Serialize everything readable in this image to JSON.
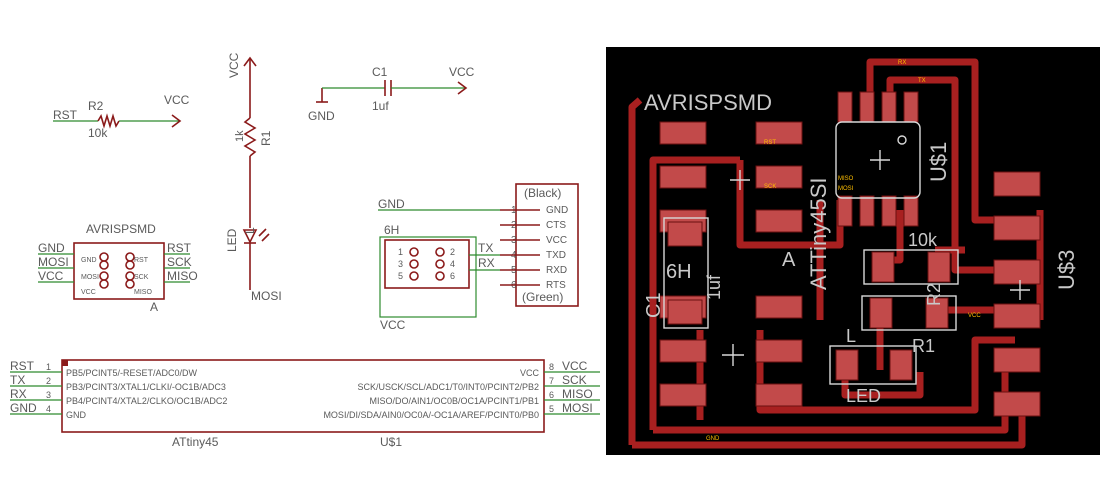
{
  "schematic": {
    "r2": {
      "net": "RST",
      "name": "R2",
      "value": "10k",
      "vcc": "VCC"
    },
    "r1": {
      "top": "VCC",
      "value": "1k",
      "name": "R1",
      "led_name": "LED",
      "led_letter": "L",
      "bottom": "MOSI"
    },
    "c1": {
      "name": "C1",
      "value": "1uf",
      "gnd": "GND",
      "vcc": "VCC"
    },
    "isp": {
      "title": "AVRISPSMD",
      "left_nets": [
        "GND",
        "MOSI",
        "VCC"
      ],
      "right_nets": [
        "RST",
        "SCK",
        "MISO"
      ],
      "pin_left": [
        "GND",
        "MOSI",
        "VCC"
      ],
      "pin_right": [
        "RST",
        "SCK",
        "MISO"
      ],
      "letter": "A"
    },
    "ftdi": {
      "header_name": "6H",
      "black": "(Black)",
      "green": "(Green)",
      "gnd_net": "GND",
      "vcc_net": "VCC",
      "tx": "TX",
      "rx": "RX",
      "pins": [
        {
          "num": "1",
          "name": "GND"
        },
        {
          "num": "2",
          "name": "CTS"
        },
        {
          "num": "3",
          "name": "VCC"
        },
        {
          "num": "4",
          "name": "TXD"
        },
        {
          "num": "5",
          "name": "RXD"
        },
        {
          "num": "6",
          "name": "RTS"
        }
      ],
      "header_pins": [
        "1",
        "2",
        "3",
        "4",
        "5",
        "6"
      ]
    },
    "mcu": {
      "name": "ATtiny45",
      "ref": "U$1",
      "left_nets": [
        "RST",
        "TX",
        "RX",
        "GND"
      ],
      "left_nums": [
        "1",
        "2",
        "3",
        "4"
      ],
      "left_pins": [
        "PB5/PCINT5/-RESET/ADC0/DW",
        "PB3/PCINT3/XTAL1/CLKI/-OC1B/ADC3",
        "PB4/PCINT4/XTAL2/CLKO/OC1B/ADC2",
        "GND"
      ],
      "right_nets": [
        "VCC",
        "SCK",
        "MISO",
        "MOSI"
      ],
      "right_nums": [
        "8",
        "7",
        "6",
        "5"
      ],
      "right_pins": [
        "VCC",
        "SCK/USCK/SCL/ADC1/T0/INT0/PCINT2/PB2",
        "MISO/DO/AIN1/OC0B/OC1A/PCINT1/PB1",
        "MOSI/DI/SDA/AIN0/OC0A/-OC1A/AREF/PCINT0/PB0"
      ]
    }
  },
  "board": {
    "labels": {
      "isp": "AVRISPSMD",
      "mcu_name": "ATTiny45SI",
      "mcu_ref": "U$1",
      "ftdi_ref": "U$3",
      "r2_value": "10k",
      "r2": "R2",
      "r1": "R1",
      "led": "LED",
      "led_letter": "L",
      "c1": "C1",
      "c1_value": "1uf",
      "header": "6H",
      "isp_letter": "A"
    },
    "net_tags": [
      "RX",
      "TX",
      "VCC",
      "GND",
      "RST",
      "MOSI",
      "MISO",
      "SCK"
    ],
    "colors": {
      "background": "#000000",
      "trace": "#b22222",
      "pad": "#c24a4a"
    }
  }
}
